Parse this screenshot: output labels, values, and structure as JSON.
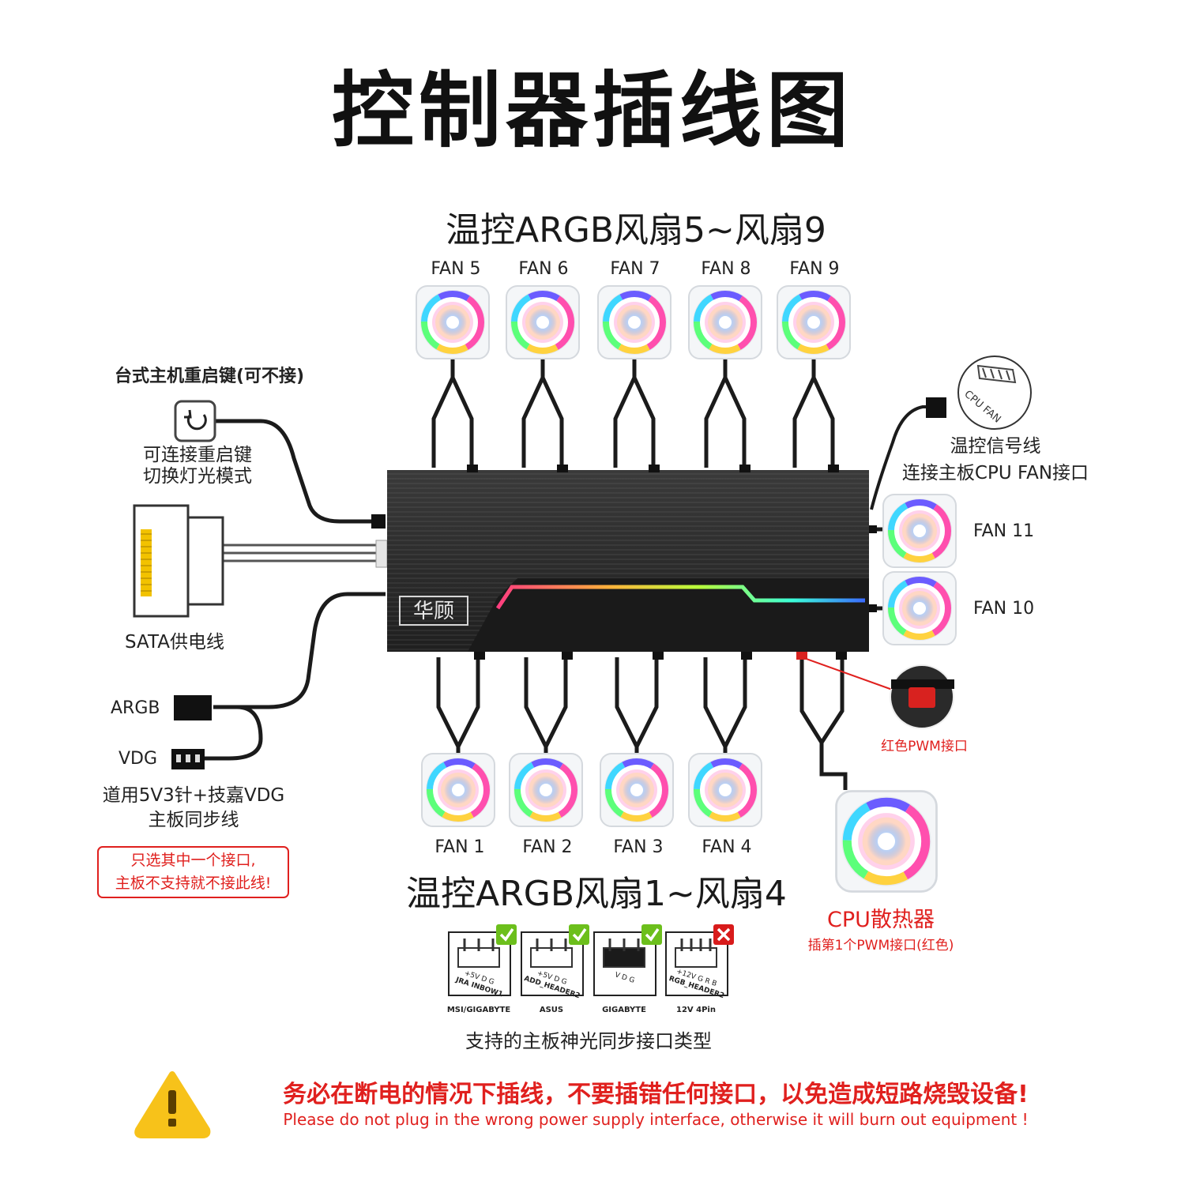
{
  "title": "控制器插线图",
  "top_group_title": "温控ARGB风扇5~风扇9",
  "bottom_group_title": "温控ARGB风扇1~风扇4",
  "top_fans": [
    "FAN 5",
    "FAN 6",
    "FAN 7",
    "FAN 8",
    "FAN 9"
  ],
  "bottom_fans": [
    "FAN 1",
    "FAN 2",
    "FAN 3",
    "FAN 4"
  ],
  "side_fans": [
    "FAN 11",
    "FAN 10"
  ],
  "hub_logo": "华顾",
  "reset": {
    "title": "台式主机重启键(可不接)",
    "desc_line1": "可连接重启键",
    "desc_line2": "切换灯光模式"
  },
  "sata_label": "SATA供电线",
  "argb_label": "ARGB",
  "vdg_label": "VDG",
  "sync": {
    "line1": "道用5V3针+技嘉VDG",
    "line2": "主板同步线"
  },
  "warn_box": {
    "line1": "只选其中一个接口,",
    "line2": "主板不支持就不接此线!"
  },
  "cpu_fan_icon": {
    "label": "CPU FAN"
  },
  "signal": {
    "line1": "温控信号线",
    "line2": "连接主板CPU FAN接口"
  },
  "pwm_label": "红色PWM接口",
  "cpu_cooler": {
    "title": "CPU散热器",
    "desc": "插第1个PWM接口(红色)"
  },
  "headers": [
    {
      "brand": "MSI/GIGABYTE",
      "pins": "+5V D G",
      "name": "JRA INBOW1",
      "status": "check"
    },
    {
      "brand": "ASUS",
      "pins": "+5V D G",
      "name": "ADD_HEADER2",
      "status": "check"
    },
    {
      "brand": "GIGABYTE",
      "pins": "V D G",
      "name": "",
      "status": "check"
    },
    {
      "brand": "12V 4Pin",
      "pins": "+12V G R B",
      "name": "RGB_HEADER2",
      "status": "cross"
    }
  ],
  "headers_caption": "支持的主板神光同步接口类型",
  "footer": {
    "cn": "务必在断电的情况下插线，不要插错任何接口，以免造成短路烧毁设备!",
    "en": "Please do not plug in the wrong power supply interface, otherwise it will burn out equipment !"
  },
  "colors": {
    "accent_red": "#e0201e",
    "hub": "#2b2b2b",
    "check": "#6cbf1c",
    "cross": "#d81b1b",
    "warn": "#f7c21a"
  }
}
